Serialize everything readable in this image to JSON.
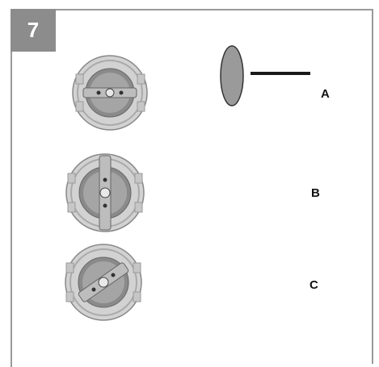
{
  "step": {
    "number": "7"
  },
  "options": [
    {
      "label": "A",
      "orientation": "horizontal-bar"
    },
    {
      "label": "B",
      "orientation": "vertical-bar"
    },
    {
      "label": "C",
      "orientation": "diagonal-bar"
    }
  ],
  "colors": {
    "badge": "#8c8c8c",
    "frame": "#9a9a9a",
    "cap_fill": "#c8c8c8",
    "ellipse_fill": "#9a9a9a"
  }
}
